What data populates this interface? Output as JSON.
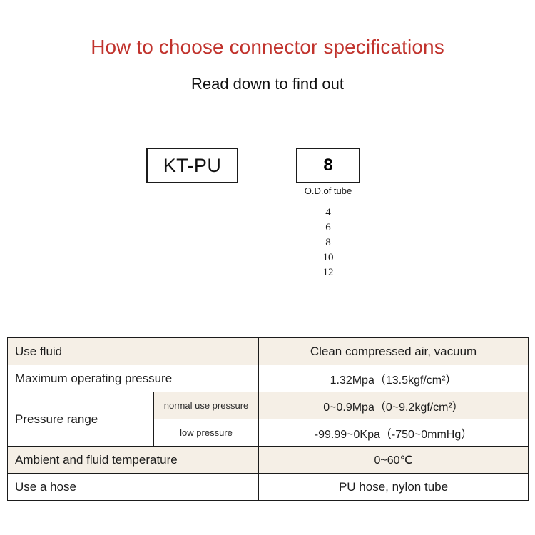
{
  "header": {
    "title": "How to choose connector specifications",
    "subtitle": "Read down to find out",
    "title_color": "#c1332d"
  },
  "code_builder": {
    "series_box": {
      "value": "KT-PU"
    },
    "size_box": {
      "value": "8",
      "caption": "O.D.of tube",
      "options": [
        "4",
        "6",
        "8",
        "10",
        "12"
      ]
    }
  },
  "spec_table": {
    "accent_row_color": "#f5efe6",
    "rows": [
      {
        "label": "Use fluid",
        "sublabel": null,
        "value": "Clean compressed air, vacuum",
        "shade": "beige"
      },
      {
        "label": "Maximum operating pressure",
        "sublabel": null,
        "value": "1.32Mpa（13.5kgf/cm²）",
        "shade": "white"
      },
      {
        "label": "Pressure range",
        "sublabel": "normal use pressure",
        "value": "0~0.9Mpa（0~9.2kgf/cm²）",
        "shade": "beige"
      },
      {
        "label": "",
        "sublabel": "low pressure",
        "value": "-99.99~0Kpa（-750~0mmHg）",
        "shade": "white"
      },
      {
        "label": "Ambient and fluid temperature",
        "sublabel": null,
        "value": "0~60℃",
        "shade": "beige"
      },
      {
        "label": "Use a hose",
        "sublabel": null,
        "value": "PU hose, nylon tube",
        "shade": "white"
      }
    ]
  }
}
